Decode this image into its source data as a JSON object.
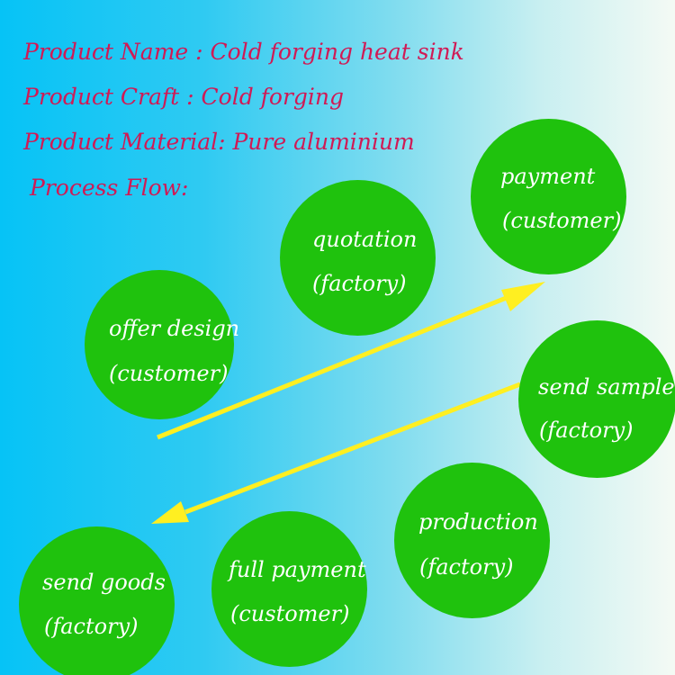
{
  "header": {
    "product_name": "Product Name : Cold forging heat sink",
    "product_craft": "Product Craft : Cold forging",
    "product_material": "Product Material:  Pure aluminium",
    "process_flow": "Process Flow:"
  },
  "steps": [
    {
      "action": "offer design",
      "party": "(customer)"
    },
    {
      "action": "quotation",
      "party": "(factory)"
    },
    {
      "action": "payment",
      "party": "(customer)"
    },
    {
      "action": "send sample",
      "party": "(factory)"
    },
    {
      "action": "production",
      "party": "(factory)"
    },
    {
      "action": "full payment",
      "party": "(customer)"
    },
    {
      "action": "send goods",
      "party": "(factory)"
    }
  ],
  "colors": {
    "header_text": "#d01a55",
    "node_fill": "#1fc20d",
    "node_text": "#ffffff",
    "arrow": "#ffef21"
  }
}
